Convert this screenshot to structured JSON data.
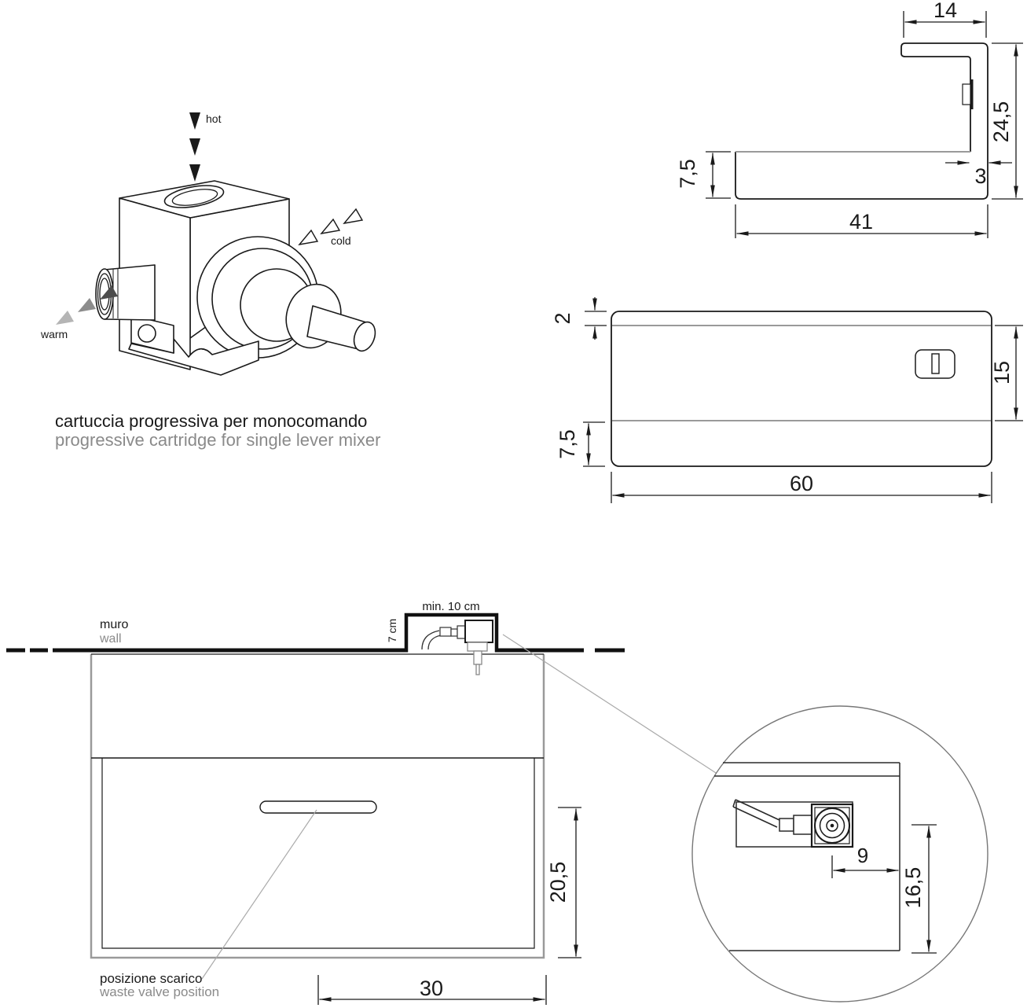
{
  "illustration": {
    "hot": "hot",
    "cold": "cold",
    "warm": "warm",
    "caption_it": "cartuccia progressiva per monocomando",
    "caption_en": "progressive cartridge for single lever mixer"
  },
  "side_view": {
    "width_top": "14",
    "height": "24,5",
    "slab_thickness": "7,5",
    "wall_thickness": "3",
    "depth": "41"
  },
  "front_view": {
    "top_edge": "2",
    "panel_height": "15",
    "apron_height": "7,5",
    "width": "60"
  },
  "installation": {
    "wall_it": "muro",
    "wall_en": "wall",
    "niche_min_width": "min. 10 cm",
    "niche_height": "7 cm",
    "basin_drop": "20,5",
    "waste_offset": "30",
    "waste_it": "posizione scarico",
    "waste_en": "waste valve position"
  },
  "detail": {
    "valve_to_edge": "9",
    "valve_to_bottom": "16,5"
  },
  "colors": {
    "line": "#1a1a1a",
    "gray_line": "#9a9a9a",
    "gray_text": "#8a8a8a"
  }
}
